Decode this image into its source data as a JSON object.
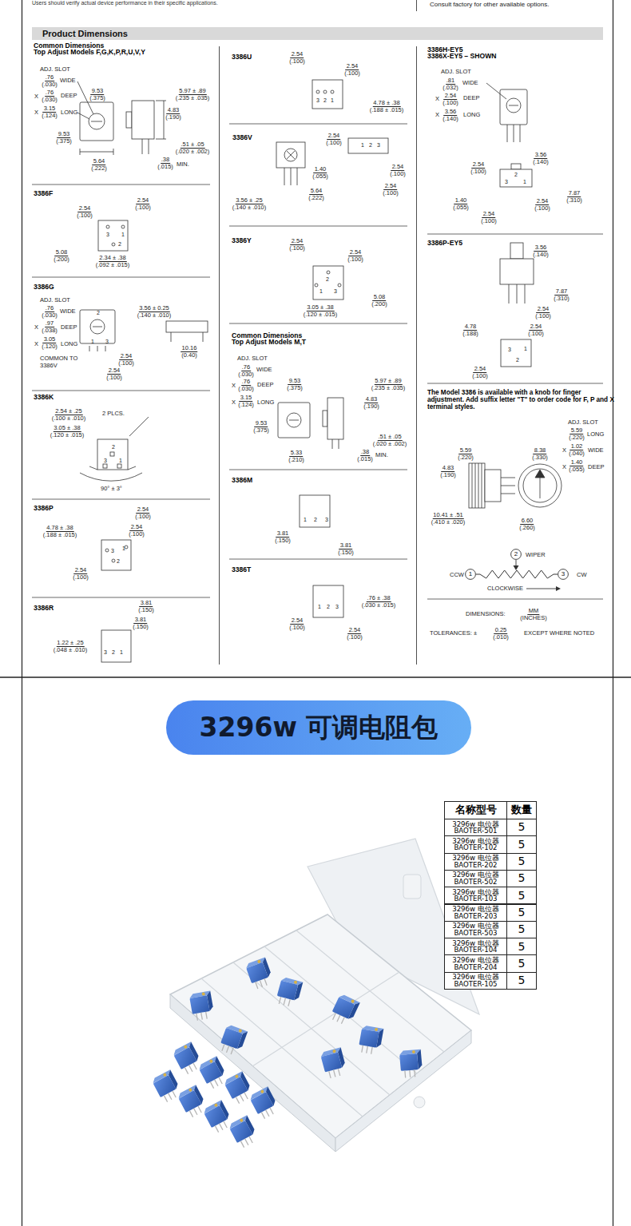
{
  "diagram": {
    "nodes": [
      {
        "text": [
          "Product Dimensions"
        ]
      },
      {
        "text": [
          "3296w 可调电阻包"
        ]
      },
      {
        "text": [
          "2"
        ]
      },
      {
        "text": [
          "1"
        ]
      },
      {
        "text": [
          "3"
        ]
      }
    ],
    "edges": [
      {
        "from": 3,
        "to": 4,
        "arrow": "none"
      }
    ],
    "labels": [
      "Users should verify actual device performance in their specific applications.",
      "Consult factory for other available options.",
      "Common Dimensions",
      "Top Adjust Models F,G,K,P,R,U,V,Y",
      "ADJ. SLOT",
      ".76",
      "(.030)",
      "WIDE",
      "X",
      ".76",
      "(.030)",
      "DEEP",
      "X",
      "3.15",
      "(.124)",
      "LONG",
      "9.53",
      "(.375)",
      "5.97 ± .89",
      "(.235 ± .035)",
      "4.83",
      "(.190)",
      "9.53",
      "(.375)",
      ".51 ± .05",
      "(.020 ± .002)",
      "5.64",
      "(.222)",
      ".38",
      "(.015)",
      "MIN.",
      "3386F",
      "2.54",
      "(.100)",
      "2.54",
      "(.100)",
      "3",
      "1",
      "2",
      "5.08",
      "(.200)",
      "2.34 ± .38",
      "(.092 ± .015)",
      "3386G",
      "ADJ. SLOT",
      ".76",
      "(.030)",
      "WIDE",
      "X",
      ".97",
      "(.038)",
      "DEEP",
      "X",
      "3.05",
      "(.120)",
      "LONG",
      "COMMON TO",
      "3386V",
      "2",
      "1",
      "3",
      "3.56 ± 0.25",
      "(.140 ± .010)",
      "2.54",
      "(.100)",
      "2.54",
      "(.100)",
      "10.16",
      "(0.40)",
      "3386K",
      "2.54 ± .25",
      "(.100 ± .010)",
      "2 PLCS.",
      "3.05 ± .38",
      "(.120 ± .015)",
      "2",
      "3",
      "1",
      "90° ± 3°",
      "3386P",
      "2.54",
      "(.100)",
      "4.78 ± .38",
      "(.188 ± .015)",
      "2.54",
      "(.100)",
      "3",
      "1",
      "2",
      "2.54",
      "(.100)",
      "3386R",
      "3.81",
      "(.150)",
      "3.81",
      "(.150)",
      "1.22 ± .25",
      "(.048 ± .010)",
      "3",
      "2",
      "1",
      "3386U",
      "2.54",
      "(.100)",
      "2.54",
      "(.100)",
      "3",
      "2",
      "1",
      "4.78 ± .38",
      "(.188 ± .015)",
      "3386V",
      "2.54",
      "(.100)",
      "1",
      "2",
      "3",
      "1.40",
      "(.055)",
      "2.54",
      "(.100)",
      "2.54",
      "(.100)",
      "5.64",
      "(.222)",
      "3.56 ± .25",
      "(.140 ± .010)",
      "3386Y",
      "2.54",
      "(.100)",
      "2.54",
      "(.100)",
      "2",
      "1",
      "3",
      "5.08",
      "(.200)",
      "3.05 ± .38",
      "(.120 ± .015)",
      "Common Dimensions",
      "Top Adjust Models M,T",
      "ADJ. SLOT",
      ".76",
      "(.030)",
      "WIDE",
      "X",
      ".76",
      "(.030)",
      "DEEP",
      "X",
      "3.15",
      "(.124)",
      "LONG",
      "9.53",
      "(.375)",
      "5.97 ± .89",
      "(.235 ± .035)",
      "4.83",
      "(.190)",
      "9.53",
      "(.375)",
      ".51 ± .05",
      "(.020 ± .002)",
      "5.33",
      "(.210)",
      ".38",
      "(.015)",
      "MIN.",
      "3386M",
      "1",
      "2",
      "3",
      "3.81",
      "(.150)",
      "3.81",
      "(.150)",
      "3386T",
      "1",
      "2",
      "3",
      ".76 ± .38",
      "(.030 ± .015)",
      "2.54",
      "(.100)",
      "2.54",
      "(.100)",
      "3386H-EY5",
      "3386X-EY5 – SHOWN",
      "ADJ. SLOT",
      ".81",
      "(.032)",
      "WIDE",
      "X",
      "2.54",
      "(.100)",
      "DEEP",
      "X",
      "3.56",
      "(.140)",
      "LONG",
      "2.54",
      "(.100)",
      "3.56",
      "(.140)",
      "2",
      "3",
      "1",
      "1.40",
      "(.055)",
      "7.87",
      "(.310)",
      "2.54",
      "(.100)",
      "2.54",
      "(.100)",
      "3386P-EY5",
      "3.56",
      "(.140)",
      "7.87",
      "(.310)",
      "2.54",
      "(.100)",
      "4.78",
      "(.188)",
      "2.54",
      "(.100)",
      "3",
      "1",
      "2",
      "2.54",
      "(.100)",
      "The Model 3386 is available with a knob for finger adjustment. Add suffix letter \"T\" to order code for F, P and X terminal styles.",
      "ADJ. SLOT",
      "5.59",
      "(.220)",
      "LONG",
      "X",
      "1.02",
      "(.040)",
      "WIDE",
      "X",
      "1.40",
      "(.055)",
      "DEEP",
      "5.59",
      "(.220)",
      "8.38",
      "(.330)",
      "4.83",
      "(.190)",
      "10.41 ± .51",
      "(.410 ± .020)",
      "6.60",
      "(.260)",
      "WIPER",
      "CCW",
      "CW",
      "CLOCKWISE",
      "DIMENSIONS:",
      "MM",
      "(INCHES)",
      "TOLERANCES: ±",
      "0.25",
      "(.010)",
      "EXCEPT WHERE NOTED",
      "名称型号",
      "数量",
      "3296w 电位器 BAOTER-501",
      "5",
      "3296w 电位器 BAOTER-102",
      "5",
      "3296w 电位器 BAOTER-202",
      "5",
      "3296w 电位器 BAOTER-502",
      "5",
      "3296w 电位器 BAOTER-103",
      "5",
      "3296w 电位器 BAOTER-203",
      "5",
      "3296w 电位器 BAOTER-503",
      "5",
      "3296w 电位器 BAOTER-104",
      "5",
      "3296w 电位器 BAOTER-204",
      "5",
      "3296w 电位器 BAOTER-105",
      "5"
    ]
  }
}
